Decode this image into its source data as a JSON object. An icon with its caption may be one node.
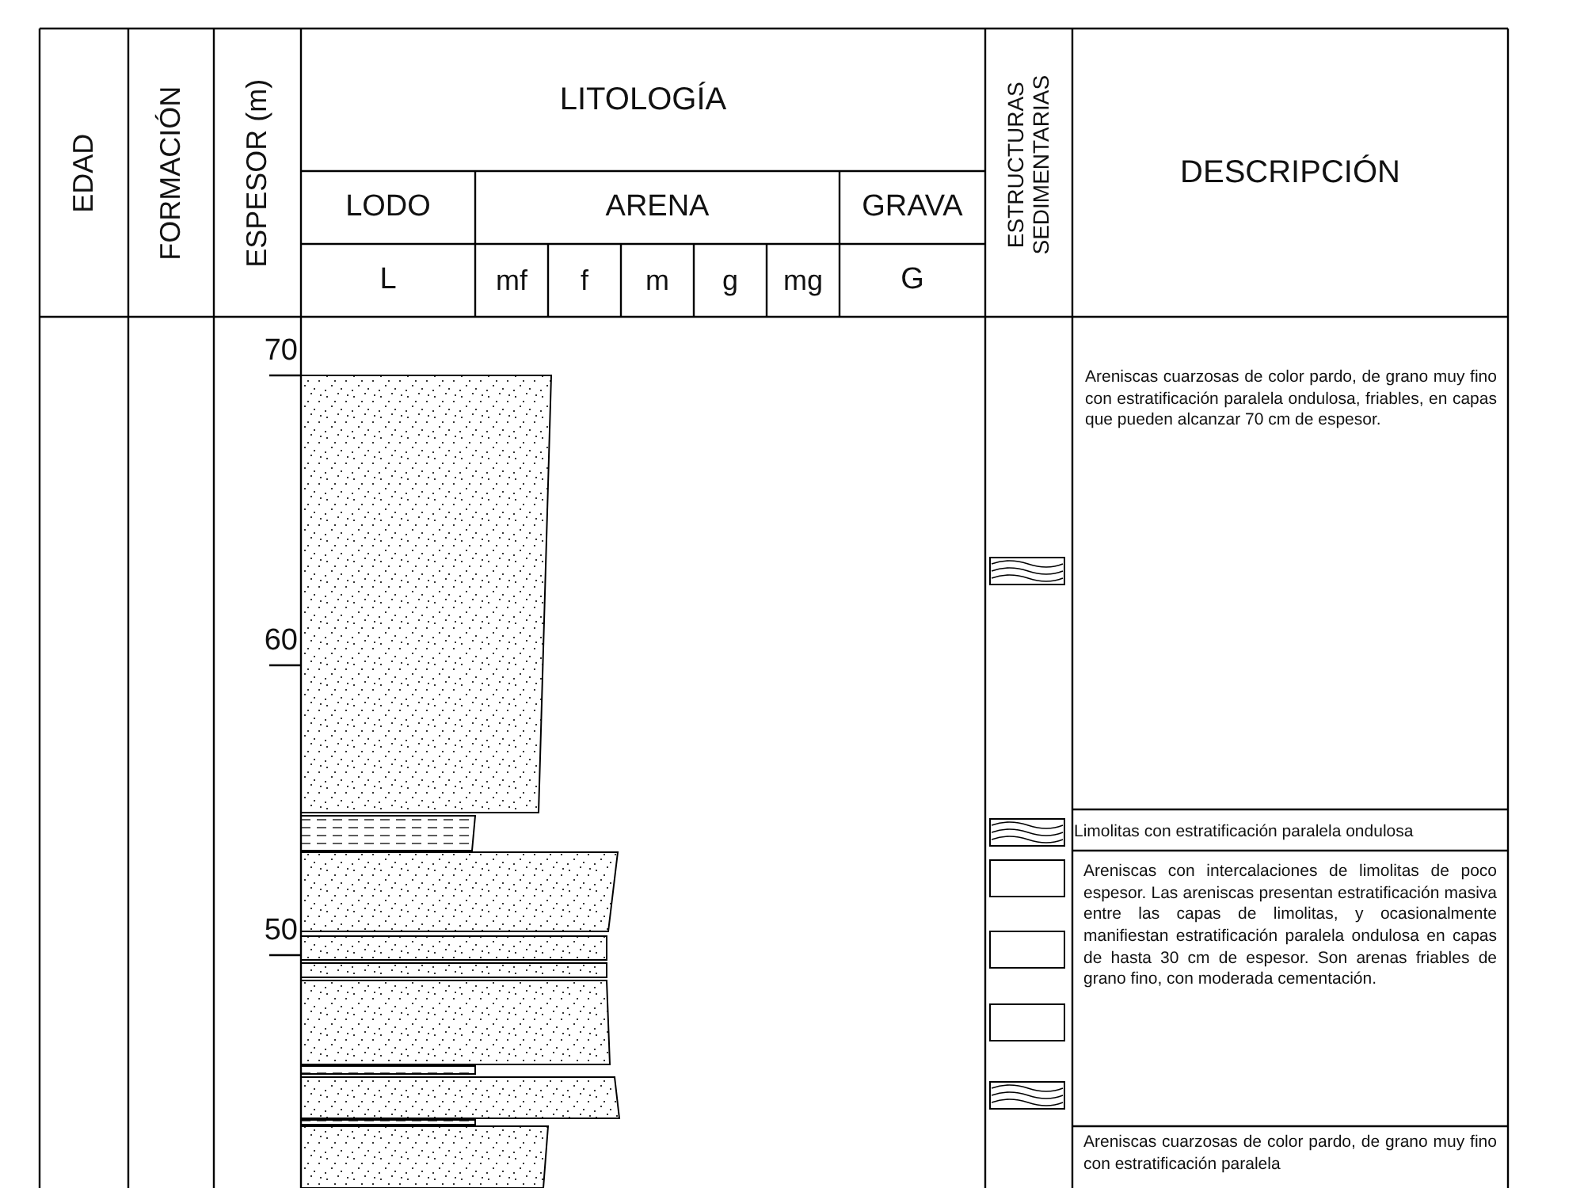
{
  "diagram": {
    "labels": [
      "EDAD",
      "FORMACIÓN",
      "ESPESOR (m)",
      "LITOLOGÍA",
      "ESTRUCTURAS SEDIMENTARIAS",
      "DESCRIPCIÓN",
      "LODO",
      "ARENA",
      "GRAVA",
      "L",
      "mf",
      "f",
      "m",
      "g",
      "mg",
      "G",
      "70",
      "Areniscas cuarzosas de color pardo, de grano muy fino con estratificación paralela ondulosa, friables, en capas que pueden alcanzar 70 cm de espesor.",
      "60",
      "Limolitas con estratificación paralela ondulosa",
      "Areniscas con intercalaciones de limolitas de poco espesor. Las areniscas presentan estratificación masiva entre las capas de limolitas, y ocasionalmente manifiestan estratificación paralela ondulosa en capas de hasta 30 cm de espesor. Son arenas friables de grano fino, con moderada cementación.",
      "50",
      "Areniscas cuarzosas de color pardo, de grano muy fino con estratificación paralela"
    ]
  }
}
